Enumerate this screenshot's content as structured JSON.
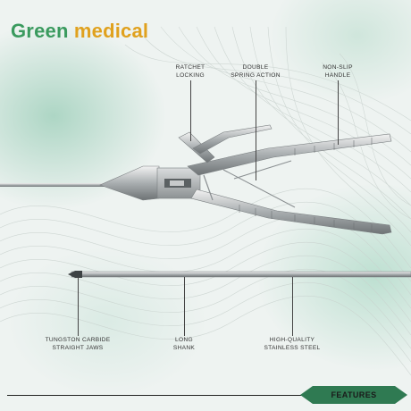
{
  "brand": {
    "word1": "Green",
    "word2": "medical",
    "color1": "#3a9a5e",
    "color2": "#e0a11e"
  },
  "callouts": {
    "ratchet": [
      "RATCHET",
      "LOCKING"
    ],
    "spring": [
      "DOUBLE",
      "SPRING ACTION"
    ],
    "nonslip": [
      "NON-SLIP",
      "HANDLE"
    ],
    "jaws": [
      "TUNGSTON CARBIDE",
      "STRAIGHT JAWS"
    ],
    "shank": [
      "LONG",
      "SHANK"
    ],
    "steel": [
      "HIGH-QUALITY",
      "STAINLESS STEEL"
    ]
  },
  "footer": {
    "badge": "FEATURES",
    "badge_color": "#2f7a52"
  },
  "icons": [
    "needle-holder-instrument",
    "separate-shank-image"
  ]
}
